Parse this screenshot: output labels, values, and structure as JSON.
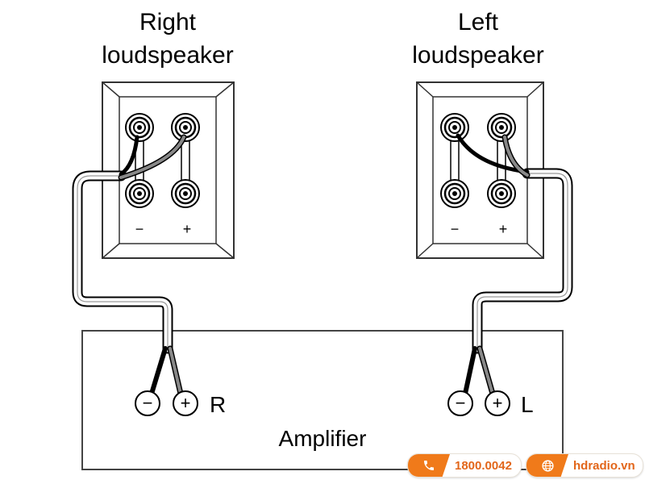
{
  "right_speaker": {
    "title_line1": "Right",
    "title_line2": "loudspeaker",
    "minus": "−",
    "plus": "+"
  },
  "left_speaker": {
    "title_line1": "Left",
    "title_line2": "loudspeaker",
    "minus": "−",
    "plus": "+"
  },
  "amplifier": {
    "label": "Amplifier",
    "right_channel": {
      "minus": "−",
      "plus": "+",
      "name": "R"
    },
    "left_channel": {
      "minus": "−",
      "plus": "+",
      "name": "L"
    }
  },
  "footer": {
    "phone": "1800.0042",
    "website": "hdradio.vn",
    "accent_color": "#f07a1a",
    "phone_icon": "phone-icon",
    "web_icon": "globe-icon"
  }
}
